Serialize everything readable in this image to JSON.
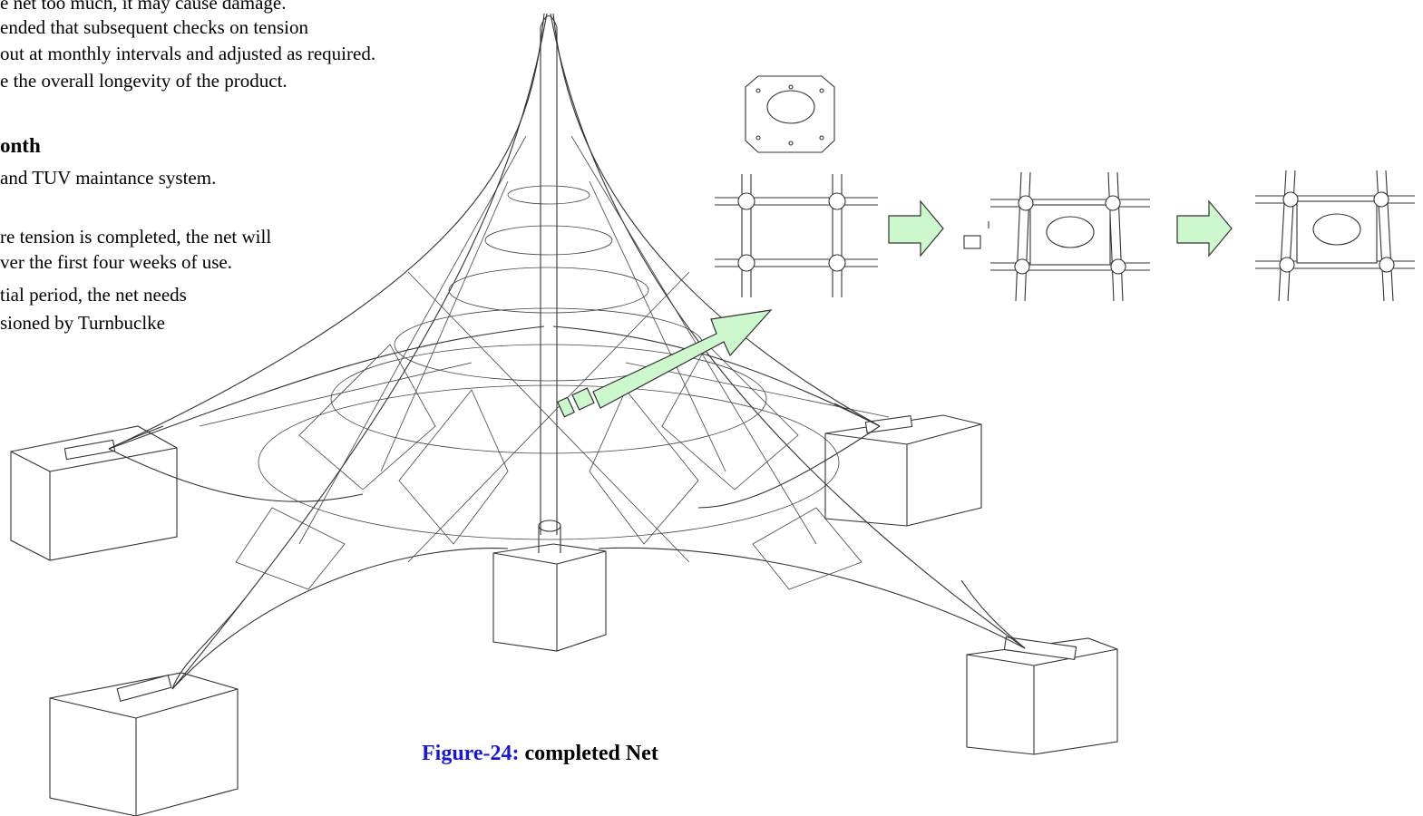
{
  "text": {
    "lines1": [
      "e net too much, it may cause damage.",
      "ended that subsequent checks on tension",
      " out at monthly intervals and adjusted as required.",
      "e the overall longevity of the product."
    ],
    "heading": "onth",
    "lines2": [
      " and TUV maintance system."
    ],
    "lines3": [
      "re tension is completed, the net will",
      "ver the first four weeks of use.",
      "tial period, the net needs",
      "sioned by Turnbuclke"
    ]
  },
  "caption": {
    "number": "Figure-24:",
    "label": " completed Net"
  },
  "colors": {
    "arrow_fill": "#cdf7cd",
    "caption_number": "#1a1acc",
    "line": "#333333"
  },
  "icons": [
    "base-plate-icon",
    "net-junction-icon",
    "process-arrow-icon"
  ]
}
